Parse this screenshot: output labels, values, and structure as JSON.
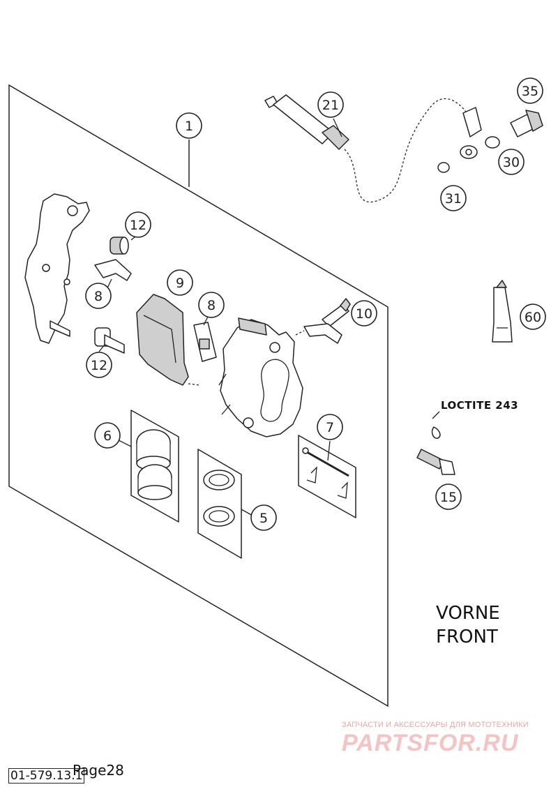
{
  "callouts": [
    {
      "id": "1",
      "label": "1"
    },
    {
      "id": "21",
      "label": "21"
    },
    {
      "id": "35",
      "label": "35"
    },
    {
      "id": "30",
      "label": "30"
    },
    {
      "id": "31",
      "label": "31"
    },
    {
      "id": "12a",
      "label": "12"
    },
    {
      "id": "8a",
      "label": "8"
    },
    {
      "id": "9",
      "label": "9"
    },
    {
      "id": "8b",
      "label": "8"
    },
    {
      "id": "10",
      "label": "10"
    },
    {
      "id": "12b",
      "label": "12"
    },
    {
      "id": "60",
      "label": "60"
    },
    {
      "id": "6",
      "label": "6"
    },
    {
      "id": "7",
      "label": "7"
    },
    {
      "id": "5",
      "label": "5"
    },
    {
      "id": "15",
      "label": "15"
    }
  ],
  "loctite_label": "LOCTITE 243",
  "direction_label_de": "VORNE",
  "direction_label_en": "FRONT",
  "watermark": {
    "tagline": "ЗАПЧАСТИ И АКСЕССУАРЫ ДЛЯ МОТОТЕХНИКИ",
    "brand": "PARTSFOR.RU"
  },
  "drawing_code": "01-579.13.1",
  "page_label": "Page28"
}
